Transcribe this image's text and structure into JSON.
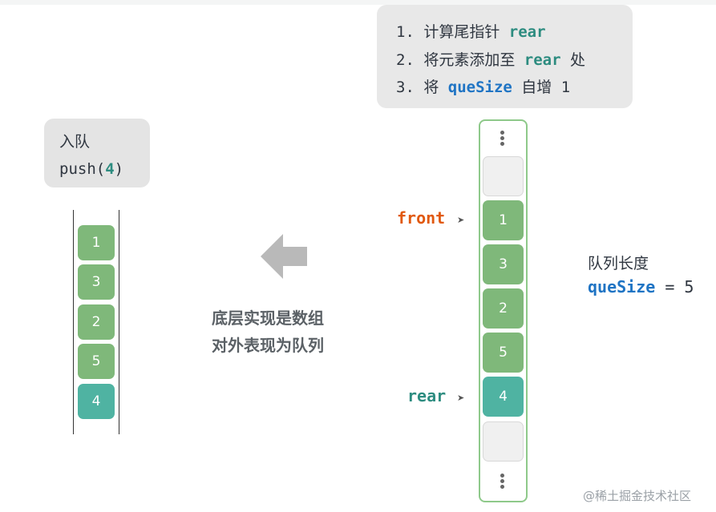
{
  "steps": [
    {
      "prefix": "1. 计算尾指针 ",
      "keyword": "rear",
      "suffix": ""
    },
    {
      "prefix": "2. 将元素添加至 ",
      "keyword": "rear",
      "suffix": " 处"
    },
    {
      "prefix": "3. 将 ",
      "keyword": "queSize",
      "suffix": " 自增 1"
    }
  ],
  "enqueue": {
    "title": "入队",
    "call_prefix": "push(",
    "call_value": "4",
    "call_suffix": ")"
  },
  "queue_values": [
    "1",
    "3",
    "2",
    "5",
    "4"
  ],
  "caption": {
    "line1": "底层实现是数组",
    "line2": "对外表现为队列"
  },
  "array": {
    "cells": [
      "",
      "1",
      "3",
      "2",
      "5",
      "4",
      ""
    ]
  },
  "pointers": {
    "front": "front",
    "rear": "rear"
  },
  "length": {
    "label": "队列长度",
    "var": "queSize",
    "equals": " = 5"
  },
  "watermark": "@稀土掘金技术社区",
  "colors": {
    "green": "#7fb87a",
    "teal": "#4fb3a2",
    "front": "#e1590f",
    "rear": "#2d8c80",
    "blue": "#1f74c4"
  }
}
